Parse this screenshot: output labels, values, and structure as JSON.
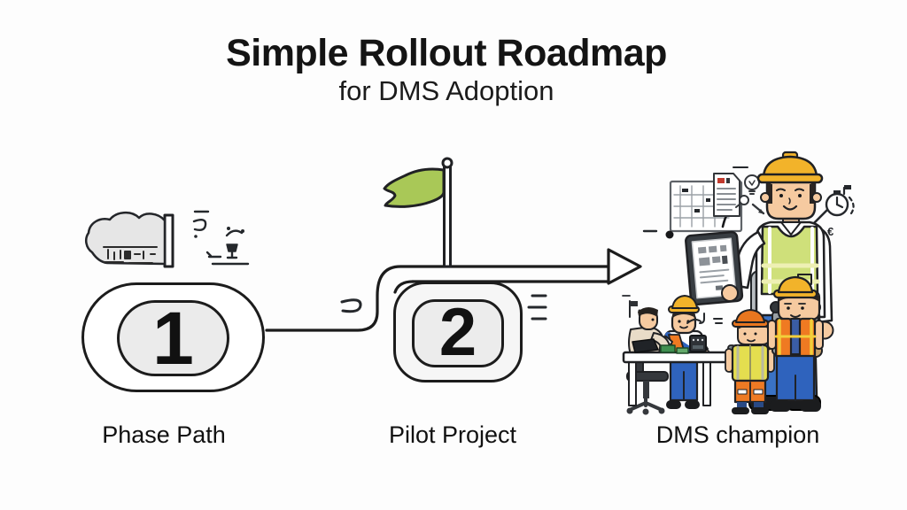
{
  "title": {
    "main": "Simple Rollout Roadmap",
    "subtitle": "for DMS Adoption"
  },
  "steps": [
    {
      "number": "1",
      "label": "Phase Path"
    },
    {
      "number": "2",
      "label": "Pilot Project"
    },
    {
      "number": "",
      "label": "DMS champion"
    }
  ],
  "doodles": {
    "euro_glyph": "€"
  },
  "icons": {
    "step1_marker": "gray-scribble-flag-icon",
    "step2_marker": "green-flag-icon",
    "connector": "arrow-right-icon",
    "champion_device": "tablet-icon",
    "idea": "lightbulb-doodle-icon",
    "plan_board": "whiteboard-plan-icon",
    "document": "document-doodle-icon",
    "timer": "stopwatch-doodle-icon"
  },
  "colors": {
    "background": "#fdfdfd",
    "outline": "#202124",
    "badge_fill": "#ebebeb",
    "flag_green": "#a9c857",
    "flag_gray": "#e6e6e6",
    "hardhat_yellow": "#f2b32a",
    "hardhat_orange": "#e8761f",
    "vest_green": "#cfe07a",
    "vest_orange": "#ef7a22",
    "vest_yellow": "#e4de4f",
    "pants_blue": "#2f63bd",
    "pants_orange": "#ed7a24",
    "jeans_blue": "#3a72c4",
    "skin": "#f6caa0",
    "tablet_frame": "#383d42"
  }
}
